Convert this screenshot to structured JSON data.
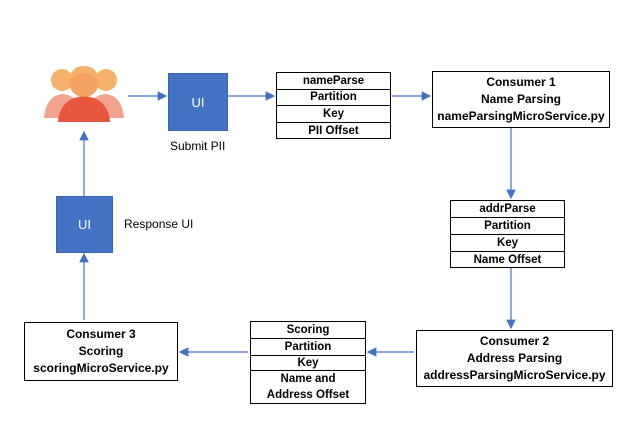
{
  "user_icon": {
    "icon": "users-group-icon",
    "colors": {
      "back_heads": "#F6B26B",
      "front_head": "#F4A261",
      "front_body": "#E8553D",
      "back_body": "#F2A48F"
    }
  },
  "ui_submit": {
    "label": "UI",
    "caption": "Submit PII"
  },
  "ui_response": {
    "label": "UI",
    "caption": "Response UI"
  },
  "accent_color": "#4472C4",
  "arrow_color": "#4472C4",
  "message_name": {
    "rows": [
      "nameParse",
      "Partition",
      "Key",
      "PII Offset"
    ]
  },
  "message_addr": {
    "rows": [
      "addrParse",
      "Partition",
      "Key",
      "Name Offset"
    ]
  },
  "message_scoring": {
    "rows": [
      "Scoring",
      "Partition",
      "Key",
      "Name and Address Offset"
    ]
  },
  "consumer1": {
    "lines": [
      "Consumer 1",
      "Name Parsing",
      "nameParsingMicroService.py"
    ]
  },
  "consumer2": {
    "lines": [
      "Consumer 2",
      "Address Parsing",
      "addressParsingMicroService.py"
    ]
  },
  "consumer3": {
    "lines": [
      "Consumer 3",
      "Scoring",
      "scoringMicroService.py"
    ]
  }
}
